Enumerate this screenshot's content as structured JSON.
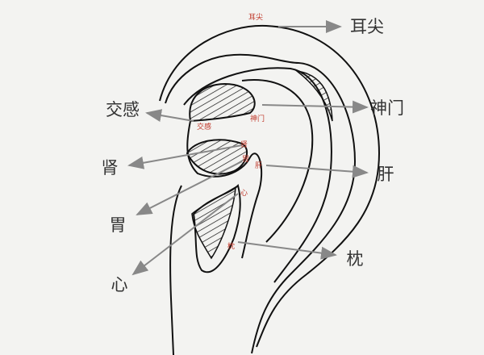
{
  "labels": {
    "ear_tip": "耳尖",
    "shenmen": "神门",
    "sympathetic": "交感",
    "kidney": "肾",
    "liver": "肝",
    "stomach": "胃",
    "heart": "心",
    "occiput": "枕"
  },
  "handwritten": {
    "ear_tip": "耳尖",
    "shenmen": "神门",
    "sympathetic": "交感",
    "kidney": "肾",
    "stomach": "胃",
    "liver": "肝",
    "heart": "心",
    "occiput": "枕"
  },
  "colors": {
    "ink": "#111111",
    "arrow": "#888888",
    "handwriting": "#c0392b"
  }
}
